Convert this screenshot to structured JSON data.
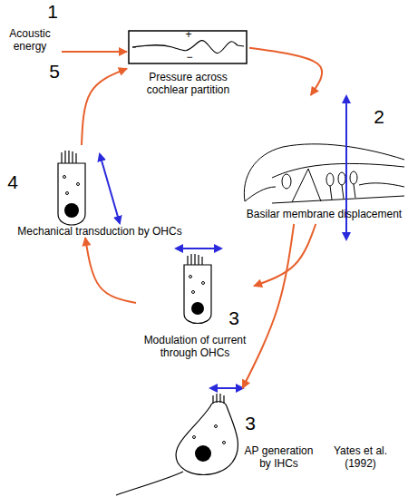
{
  "diagram": {
    "nodes": [
      {
        "text": [
          "Pressure across cochlear partition"
        ]
      },
      {
        "text": [
          "Basilar membrane displacement"
        ]
      },
      {
        "text": [
          "Modulation of current through OHCs"
        ]
      },
      {
        "text": [
          "Mechanical transduction by OHCs"
        ]
      },
      {
        "text": [
          "AP generation by IHCs"
        ]
      }
    ],
    "edges": [
      {
        "from": 0,
        "to": 1,
        "arrow": "to"
      },
      {
        "from": 1,
        "to": 2,
        "arrow": "to"
      },
      {
        "from": 2,
        "to": 3,
        "arrow": "to"
      },
      {
        "from": 3,
        "to": 0,
        "arrow": "to"
      },
      {
        "from": 1,
        "to": 4,
        "arrow": "to"
      }
    ],
    "labels": [
      "1",
      "Acoustic energy",
      "+",
      "−",
      "5",
      "2",
      "4",
      "3",
      "3",
      "Yates et al. (1992)"
    ]
  }
}
